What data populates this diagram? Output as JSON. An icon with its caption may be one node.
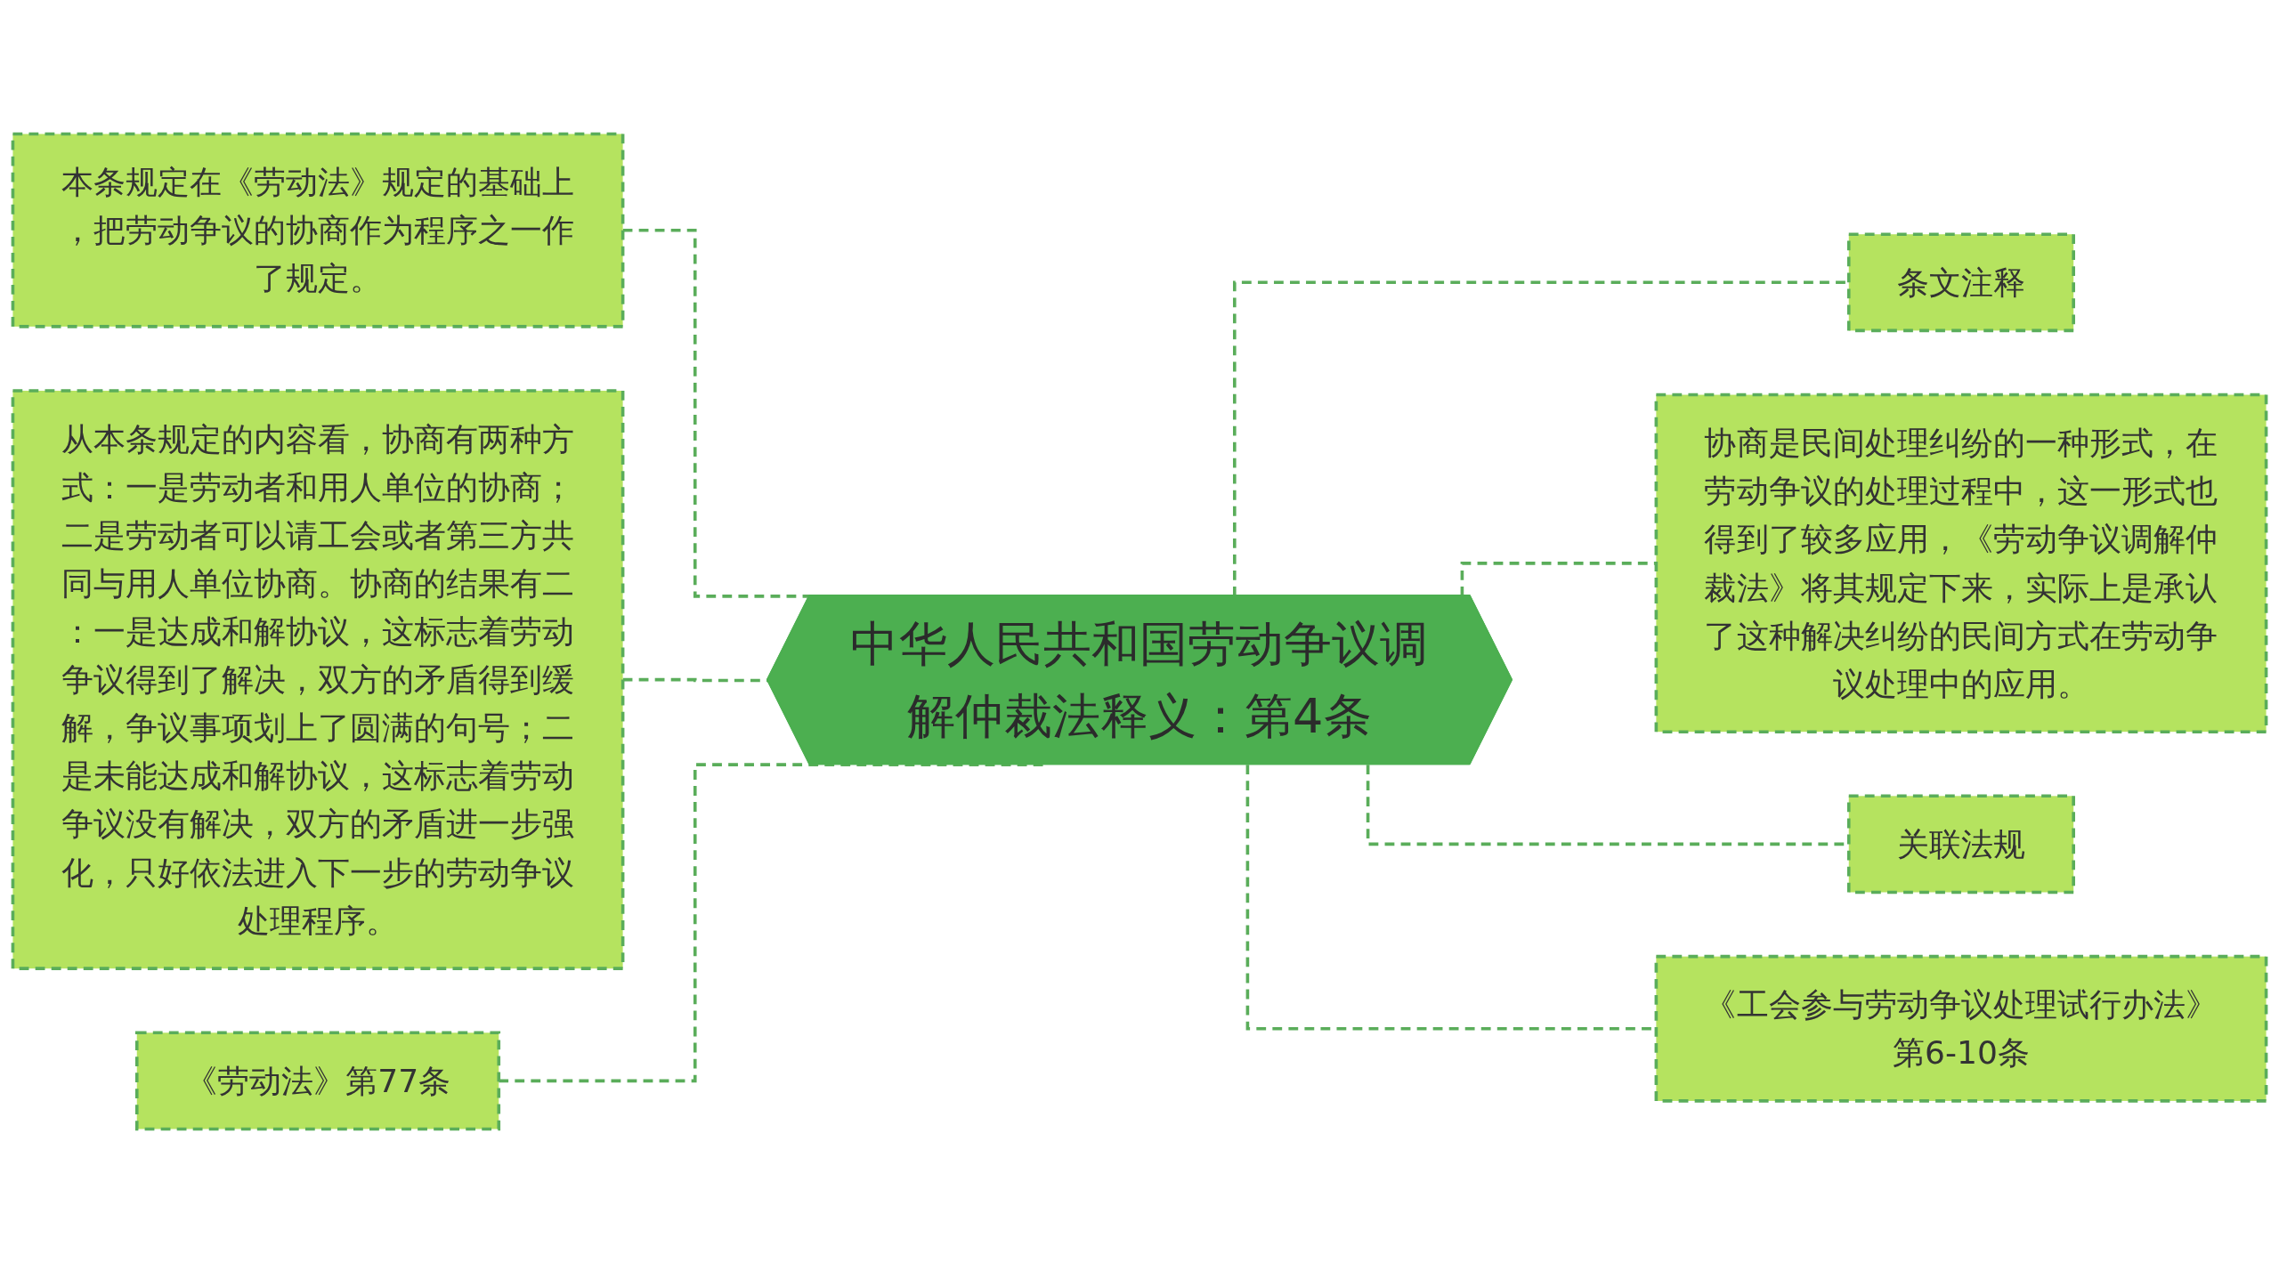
{
  "diagram": {
    "nodes": [
      {
        "text": [
          "中华人民共和国劳动争议调解仲裁法释义：第4条"
        ]
      },
      {
        "text": [
          "本条规定在《劳动法》规定的基础上，把劳动争议的协商作为程序之一作了规定。"
        ]
      },
      {
        "text": [
          "从本条规定的内容看，协商有两种方式：一是劳动者和用人单位的协商；二是劳动者可以请工会或者第三方共同与用人单位协商。协商的结果有二：一是达成和解协议，这标志着劳动争议得到了解决，双方的矛盾得到缓解，争议事项划上了圆满的句号；二是未能达成和解协议，这标志着劳动争议没有解决，双方的矛盾进一步强化，只好依法进入下一步的劳动争议处理程序。"
        ]
      },
      {
        "text": [
          "《劳动法》第77条"
        ]
      },
      {
        "text": [
          "条文注释"
        ]
      },
      {
        "text": [
          "协商是民间处理纠纷的一种形式，在劳动争议的处理过程中，这一形式也得到了较多应用，《劳动争议调解仲裁法》将其规定下来，实际上是承认了这种解决纠纷的民间方式在劳动争议处理中的应用。"
        ]
      },
      {
        "text": [
          "关联法规"
        ]
      },
      {
        "text": [
          "《工会参与劳动争议处理试行办法》第6-10条"
        ]
      }
    ],
    "edges": [
      {
        "from": 1,
        "to": 0,
        "arrow": "none",
        "style": "dashed"
      },
      {
        "from": 2,
        "to": 0,
        "arrow": "none",
        "style": "dashed"
      },
      {
        "from": 3,
        "to": 0,
        "arrow": "none",
        "style": "dashed"
      },
      {
        "from": 0,
        "to": 4,
        "arrow": "none",
        "style": "dashed"
      },
      {
        "from": 0,
        "to": 5,
        "arrow": "none",
        "style": "dashed"
      },
      {
        "from": 0,
        "to": 6,
        "arrow": "none",
        "style": "dashed"
      },
      {
        "from": 0,
        "to": 7,
        "arrow": "none",
        "style": "dashed"
      }
    ]
  }
}
